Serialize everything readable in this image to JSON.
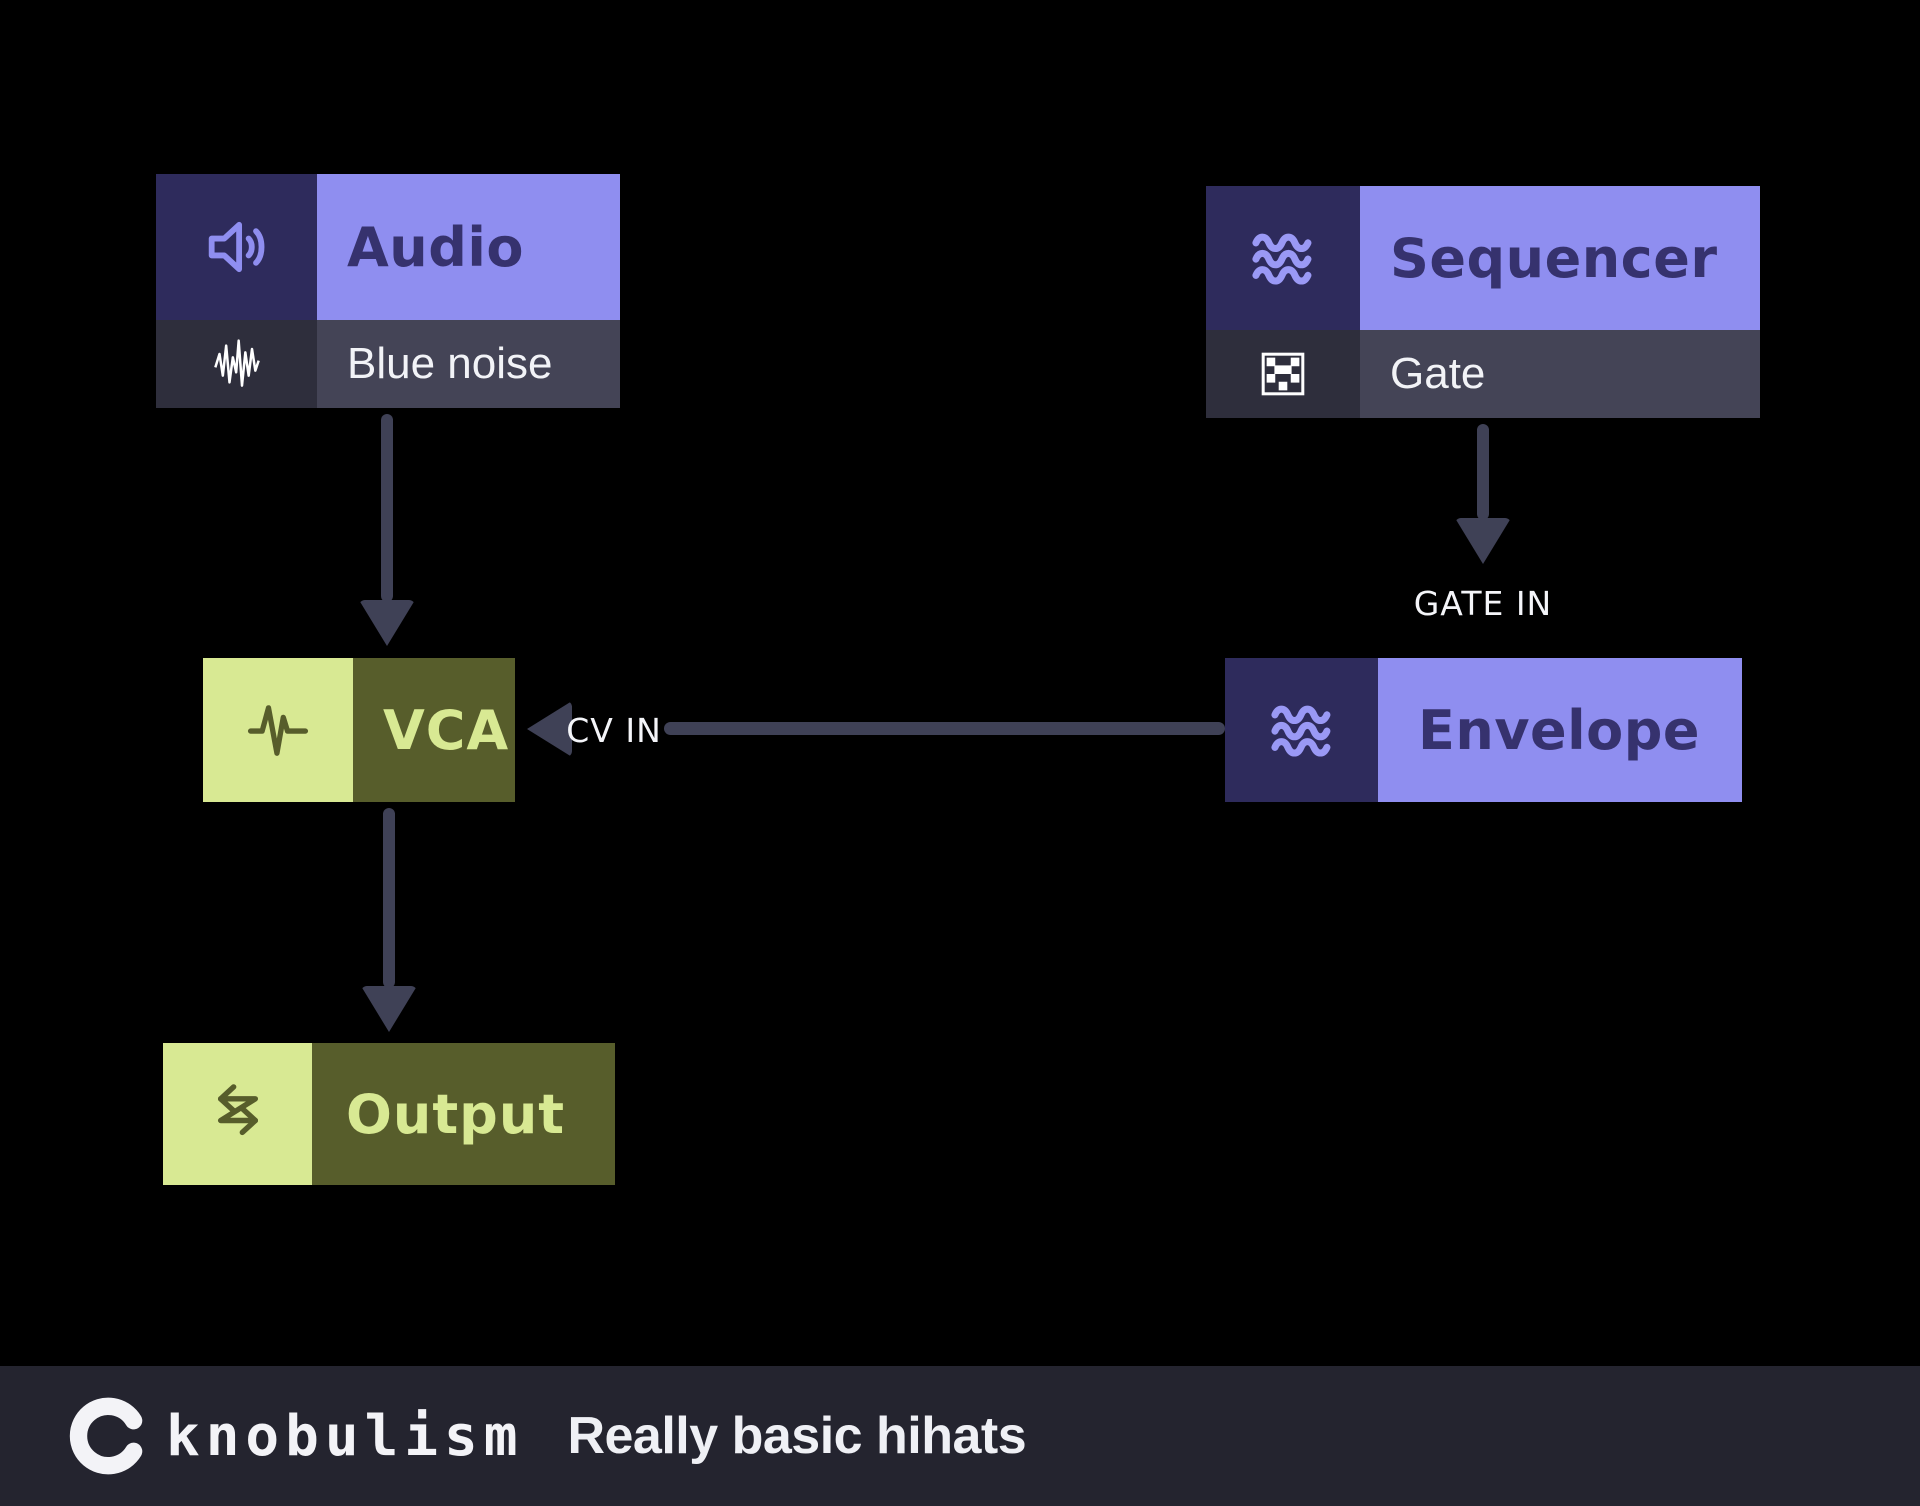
{
  "diagram_title": "Really basic hihats",
  "nodes": {
    "audio": {
      "title": "Audio",
      "subtitle": "Blue noise",
      "icon": "speaker-icon",
      "sub_icon": "waveform-icon",
      "theme": "purple"
    },
    "sequencer": {
      "title": "Sequencer",
      "subtitle": "Gate",
      "icon": "waves-icon",
      "sub_icon": "pattern-icon",
      "theme": "purple"
    },
    "vca": {
      "title": "VCA",
      "icon": "pulse-icon",
      "theme": "green"
    },
    "envelope": {
      "title": "Envelope",
      "icon": "waves-icon",
      "theme": "purple"
    },
    "output": {
      "title": "Output",
      "icon": "transfer-icon",
      "theme": "green"
    }
  },
  "connections": [
    {
      "from": "audio",
      "to": "vca",
      "label": ""
    },
    {
      "from": "sequencer.gate",
      "to": "envelope",
      "label": "GATE IN"
    },
    {
      "from": "envelope",
      "to": "vca",
      "label": "CV IN"
    },
    {
      "from": "vca",
      "to": "output",
      "label": ""
    }
  ],
  "footer": {
    "brand": "knobulism",
    "title": "Really basic hihats",
    "logo": "knob-logo-icon"
  },
  "colors": {
    "background": "#000000",
    "purple": "#8f8ef0",
    "navy": "#2e2b5c",
    "title_navy": "#36326e",
    "green_light": "#d8e993",
    "olive": "#575d2b",
    "subrow_icon_bg": "#2e2e3c",
    "subrow_label_bg": "#444456",
    "connector": "#3f4156",
    "footer_bg": "#24242f",
    "text_light": "#f2f3f7"
  }
}
